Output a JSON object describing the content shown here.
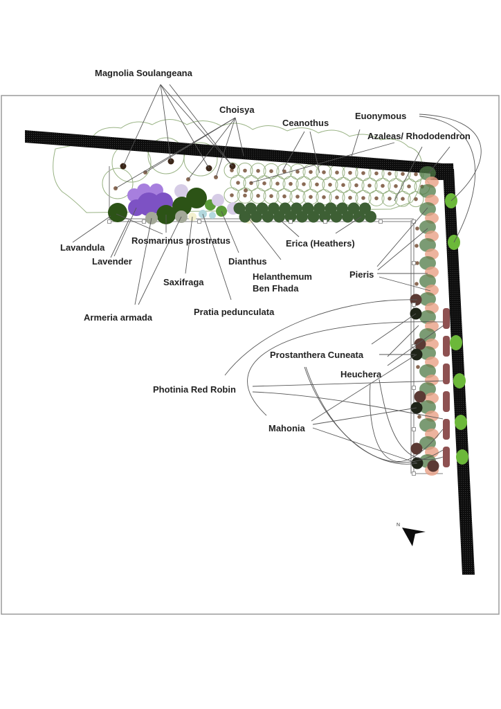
{
  "diagram": {
    "title": "Garden planting plan",
    "colors": {
      "fence": "#111111",
      "lavender_light": "#a77fde",
      "lavender_dark": "#7d52c4",
      "pale_lilac": "#d6cce6",
      "dark_green": "#2c5316",
      "erica_green": "#3d5f34",
      "mid_green": "#5a9a38",
      "grey_green": "#a3a898",
      "pale_blue": "#b3d8de",
      "cream": "#f4f1cf",
      "magnolia_dot": "#3b2618",
      "shrub_dot": "#8a6a55",
      "mahonia": "#1f2418",
      "photinia": "#5b3a34",
      "azalea": "#e8a086",
      "heuchera": "#7a3232",
      "euonymous": "#6cb83a",
      "pieris": "#4f7a45"
    },
    "labels": {
      "magnolia": "Magnolia Soulangeana",
      "choisya": "Choisya",
      "ceanothus": "Ceanothus",
      "euonymous": "Euonymous",
      "azaleas": "Azaleas/ Rhododendron",
      "lavandula": "Lavandula",
      "lavender": "Lavender",
      "rosmarinus": "Rosmarinus prostratus",
      "erica": "Erica (Heathers)",
      "dianthus": "Dianthus",
      "helianthemum_1": "Helanthemum",
      "helianthemum_2": "Ben Fhada",
      "saxifraga": "Saxifraga",
      "pieris": "Pieris",
      "armeria": "Armeria armada",
      "pratia": "Pratia pedunculata",
      "prostanthera": "Prostanthera Cuneata",
      "heuchera": "Heuchera",
      "photinia": "Photinia Red Robin",
      "mahonia": "Mahonia"
    },
    "compass": {
      "label": "N"
    }
  }
}
